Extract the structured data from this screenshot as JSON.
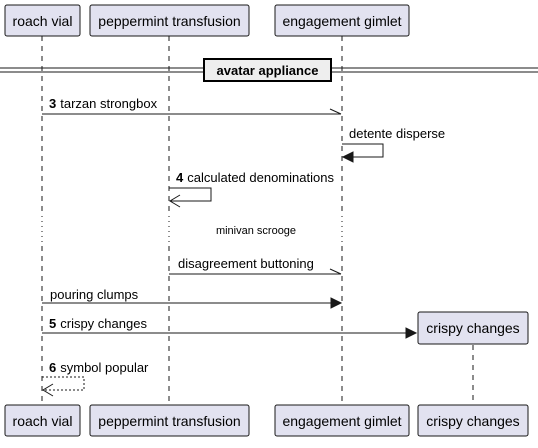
{
  "participants": {
    "roach_vial": "roach vial",
    "peppermint_transfusion": "peppermint transfusion",
    "engagement_gimlet": "engagement gimlet",
    "crispy_changes": "crispy changes"
  },
  "divider": {
    "title": "avatar appliance"
  },
  "messages": [
    {
      "number": "3",
      "text": "tarzan strongbox"
    },
    {
      "number": "",
      "text": "detente disperse"
    },
    {
      "number": "4",
      "text": "calculated denominations"
    },
    {
      "number": "",
      "text": "disagreement buttoning"
    },
    {
      "number": "",
      "text": "pouring clumps"
    },
    {
      "number": "5",
      "text": "crispy changes"
    },
    {
      "number": "6",
      "text": "symbol popular"
    }
  ],
  "delay": {
    "text": "minivan scrooge"
  }
}
